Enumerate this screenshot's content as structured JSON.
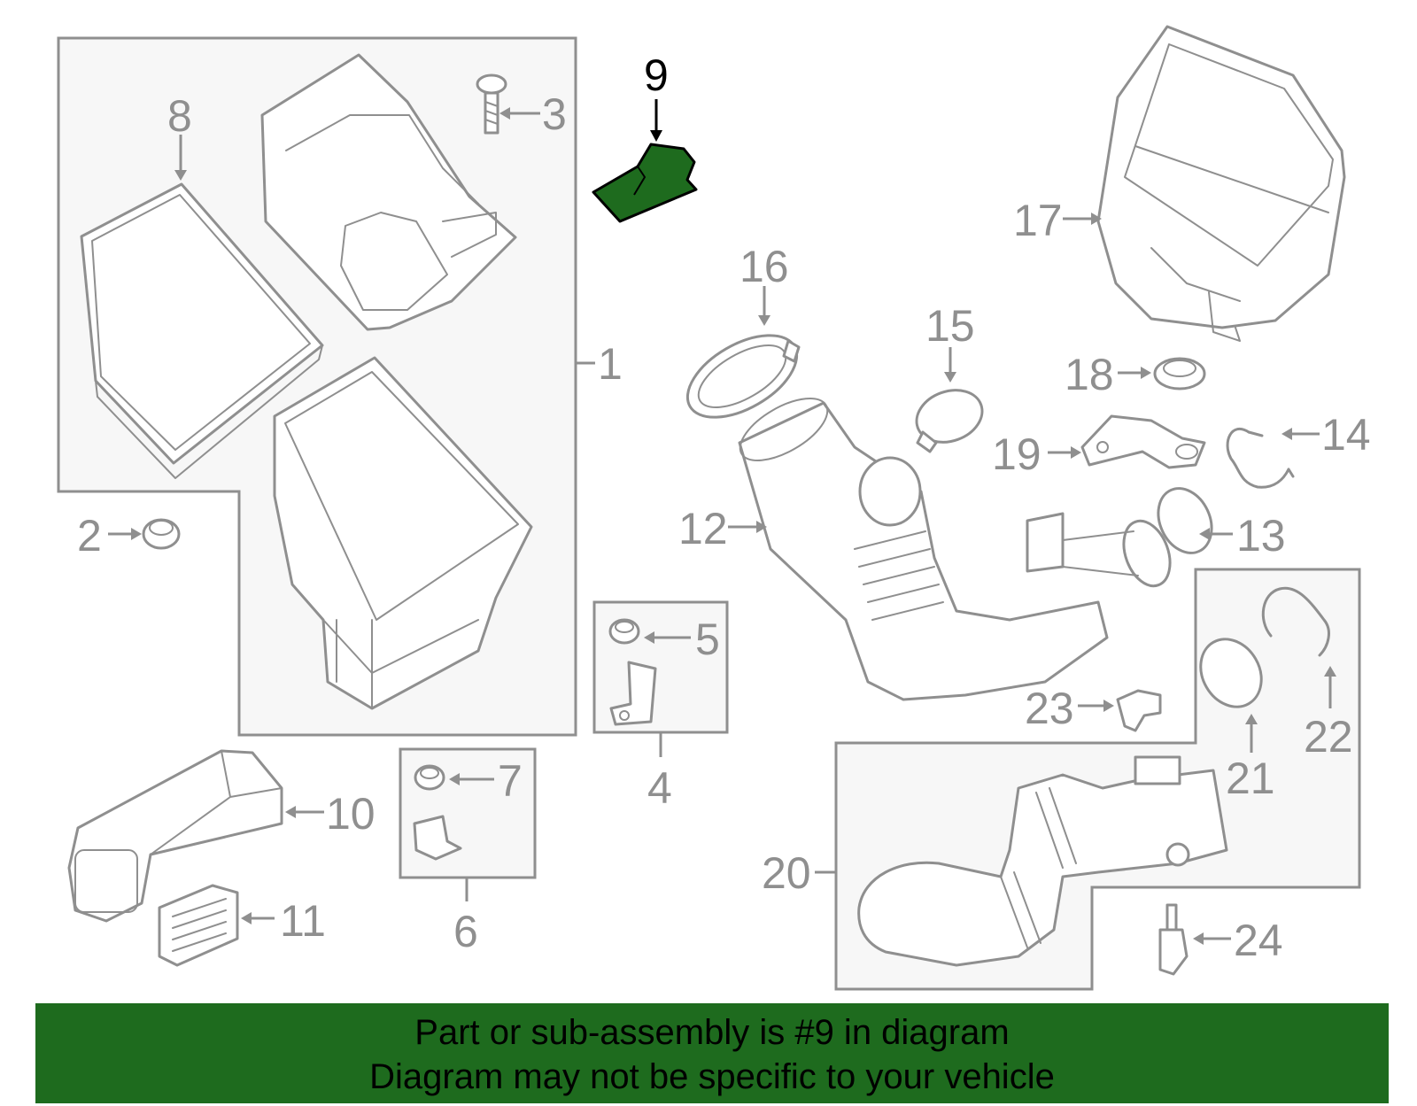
{
  "callouts": {
    "c1": "1",
    "c2": "2",
    "c3": "3",
    "c4": "4",
    "c5": "5",
    "c6": "6",
    "c7": "7",
    "c8": "8",
    "c9": "9",
    "c10": "10",
    "c11": "11",
    "c12": "12",
    "c13": "13",
    "c14": "14",
    "c15": "15",
    "c16": "16",
    "c17": "17",
    "c18": "18",
    "c19": "19",
    "c20": "20",
    "c21": "21",
    "c22": "22",
    "c23": "23",
    "c24": "24"
  },
  "highlighted_part": "9",
  "colors": {
    "highlight": "#1e6b1e",
    "linework": "#8f8f8f",
    "group_box": "#f7f7f7"
  },
  "banner": {
    "line1": "Part or sub-assembly is #9 in diagram",
    "line2": "Diagram may not be specific to your vehicle"
  }
}
